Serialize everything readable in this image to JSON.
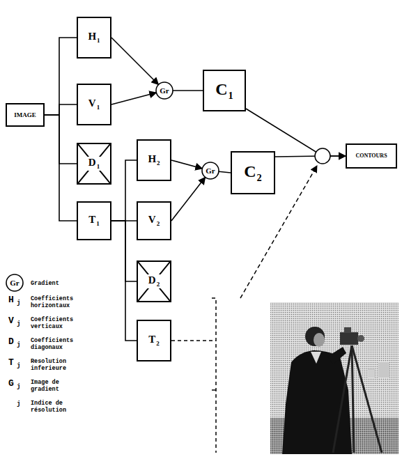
{
  "diagram": {
    "nodes": [
      {
        "text": [
          "IMAGE"
        ]
      },
      {
        "text": [
          "H",
          "1"
        ]
      },
      {
        "text": [
          "V",
          "1"
        ]
      },
      {
        "text": [
          "D",
          "1"
        ]
      },
      {
        "text": [
          "T",
          "1"
        ]
      },
      {
        "text": [
          "Gr"
        ]
      },
      {
        "text": [
          "C",
          "1"
        ]
      },
      {
        "text": [
          "H",
          "2"
        ]
      },
      {
        "text": [
          "V",
          "2"
        ]
      },
      {
        "text": [
          "D",
          "2"
        ]
      },
      {
        "text": [
          "T",
          "2"
        ]
      },
      {
        "text": [
          "Gr"
        ]
      },
      {
        "text": [
          "C",
          "2"
        ]
      },
      {
        "text": [
          "CONTOURS"
        ]
      },
      {
        "text": [
          "Gr"
        ]
      }
    ],
    "edges": [
      {
        "from": 0,
        "to": 1,
        "arrow": "none"
      },
      {
        "from": 0,
        "to": 2,
        "arrow": "none"
      },
      {
        "from": 0,
        "to": 3,
        "arrow": "none"
      },
      {
        "from": 0,
        "to": 4,
        "arrow": "none"
      },
      {
        "from": 1,
        "to": 5,
        "arrow": "to"
      },
      {
        "from": 2,
        "to": 5,
        "arrow": "to"
      },
      {
        "from": 5,
        "to": 6,
        "arrow": "none"
      },
      {
        "from": 6,
        "to": 13,
        "arrow": "to"
      },
      {
        "from": 4,
        "to": 7,
        "arrow": "none"
      },
      {
        "from": 4,
        "to": 8,
        "arrow": "none"
      },
      {
        "from": 4,
        "to": 9,
        "arrow": "none"
      },
      {
        "from": 4,
        "to": 10,
        "arrow": "none"
      },
      {
        "from": 7,
        "to": 11,
        "arrow": "to"
      },
      {
        "from": 8,
        "to": 11,
        "arrow": "to"
      },
      {
        "from": 11,
        "to": 12,
        "arrow": "none"
      },
      {
        "from": 12,
        "to": 13,
        "arrow": "to"
      }
    ],
    "labels": [
      "H",
      "j",
      "V",
      "j",
      "D",
      "j",
      "T",
      "j",
      "G",
      "j",
      "j"
    ],
    "legend": [
      {
        "text": "Gradient"
      },
      {
        "text": "Coefficients horizontaux"
      },
      {
        "text": "Coefficients verticaux"
      },
      {
        "text": "Coefficients diagonaux"
      },
      {
        "text": "Resolution inferieure"
      },
      {
        "text": "Image de gradient"
      },
      {
        "text": "Indice de résolution"
      }
    ]
  }
}
